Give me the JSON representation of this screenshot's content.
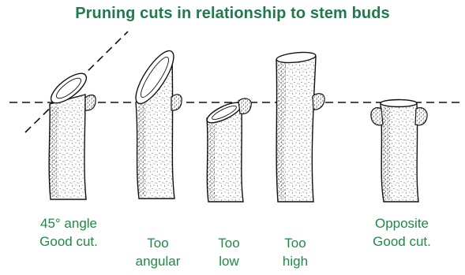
{
  "title": "Pruning cuts in relationship to stem buds",
  "colors": {
    "title": "#1f7a4d",
    "captions": "#1e8a44",
    "line": "#111111",
    "stem_fill": "#ffffff"
  },
  "stems": [
    {
      "caption_lines": [
        "45° angle",
        "Good cut."
      ],
      "bud": "right"
    },
    {
      "caption_lines": [
        "Too",
        "angular"
      ],
      "bud": "right"
    },
    {
      "caption_lines": [
        "Too",
        "low"
      ],
      "bud": "right"
    },
    {
      "caption_lines": [
        "Too",
        "high"
      ],
      "bud": "right"
    },
    {
      "caption_lines": [
        "Opposite",
        "Good cut."
      ],
      "bud": "both"
    }
  ]
}
